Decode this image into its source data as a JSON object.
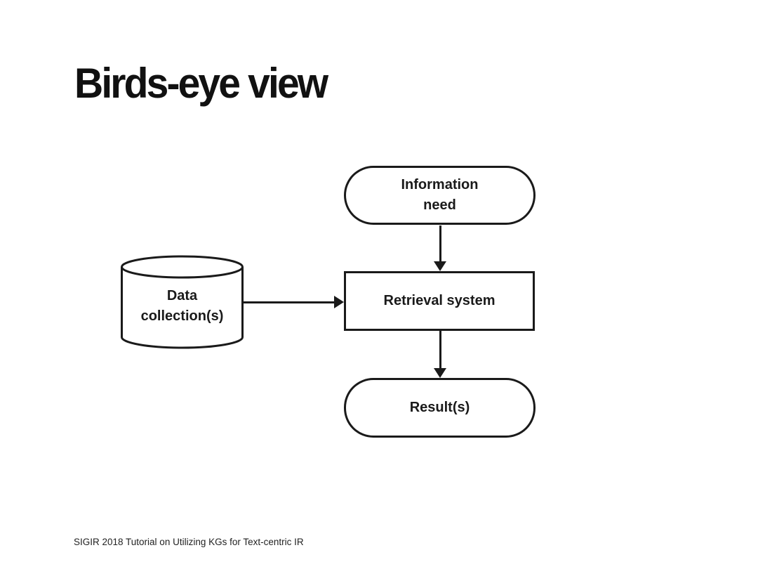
{
  "title": "Birds-eye view",
  "diagram": {
    "nodes": {
      "information_need": {
        "label": "Information\nneed",
        "shape": "stadium"
      },
      "data_collections": {
        "label": "Data\ncollection(s)",
        "shape": "cylinder"
      },
      "retrieval_system": {
        "label": "Retrieval system",
        "shape": "rectangle"
      },
      "results": {
        "label": "Result(s)",
        "shape": "stadium"
      }
    },
    "edges": [
      {
        "from": "information_need",
        "to": "retrieval_system",
        "direction": "down"
      },
      {
        "from": "data_collections",
        "to": "retrieval_system",
        "direction": "right"
      },
      {
        "from": "retrieval_system",
        "to": "results",
        "direction": "down"
      }
    ],
    "colors": {
      "stroke": "#1a1a1a",
      "fill": "#ffffff"
    }
  },
  "footer": "SIGIR 2018 Tutorial on Utilizing KGs for Text-centric IR"
}
